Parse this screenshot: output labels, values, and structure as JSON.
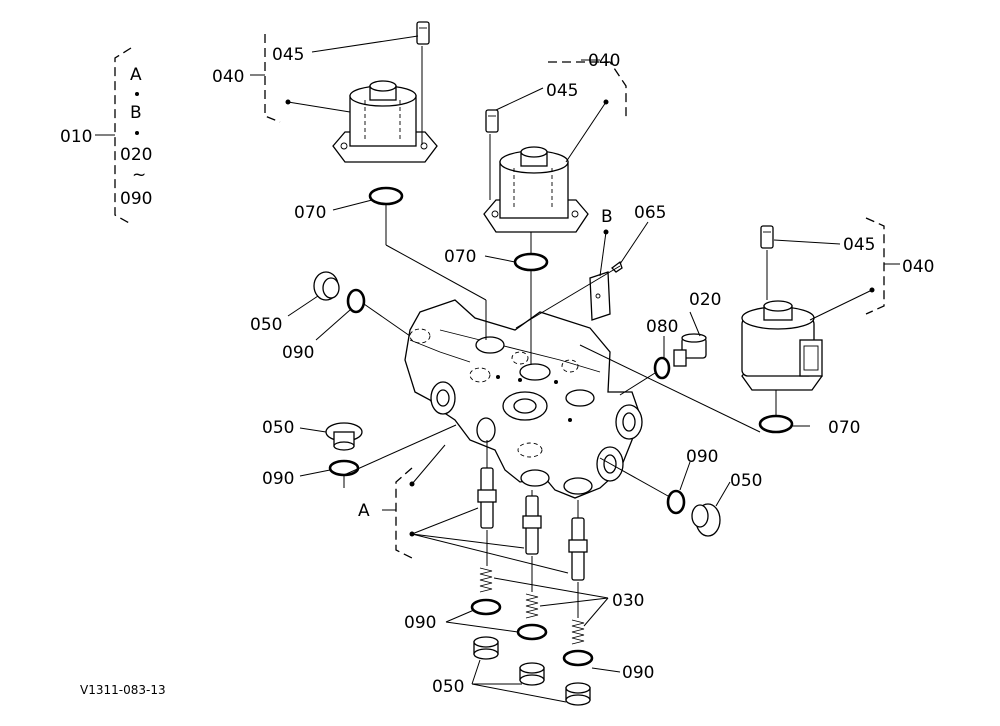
{
  "labels": {
    "set_010": "010",
    "set_a": "A",
    "set_b": "B",
    "set_020": "020",
    "set_tilde": "~",
    "set_090": "090",
    "l045_top": "045",
    "l040_top": "040",
    "l040_mid": "040",
    "l045_mid": "045",
    "b_label": "B",
    "l065": "065",
    "l070_a": "070",
    "l070_b": "070",
    "l045_right": "045",
    "l040_right": "040",
    "l020": "020",
    "l050_a": "050",
    "l080": "080",
    "l090_a": "090",
    "l070_c": "070",
    "l050_b": "050",
    "l090_b": "090",
    "l090_c": "090",
    "l050_c": "050",
    "a_label": "A",
    "l030": "030",
    "l090_d": "090",
    "l090_e": "090",
    "l050_d": "050",
    "drawing_code": "V1311-083-13"
  }
}
